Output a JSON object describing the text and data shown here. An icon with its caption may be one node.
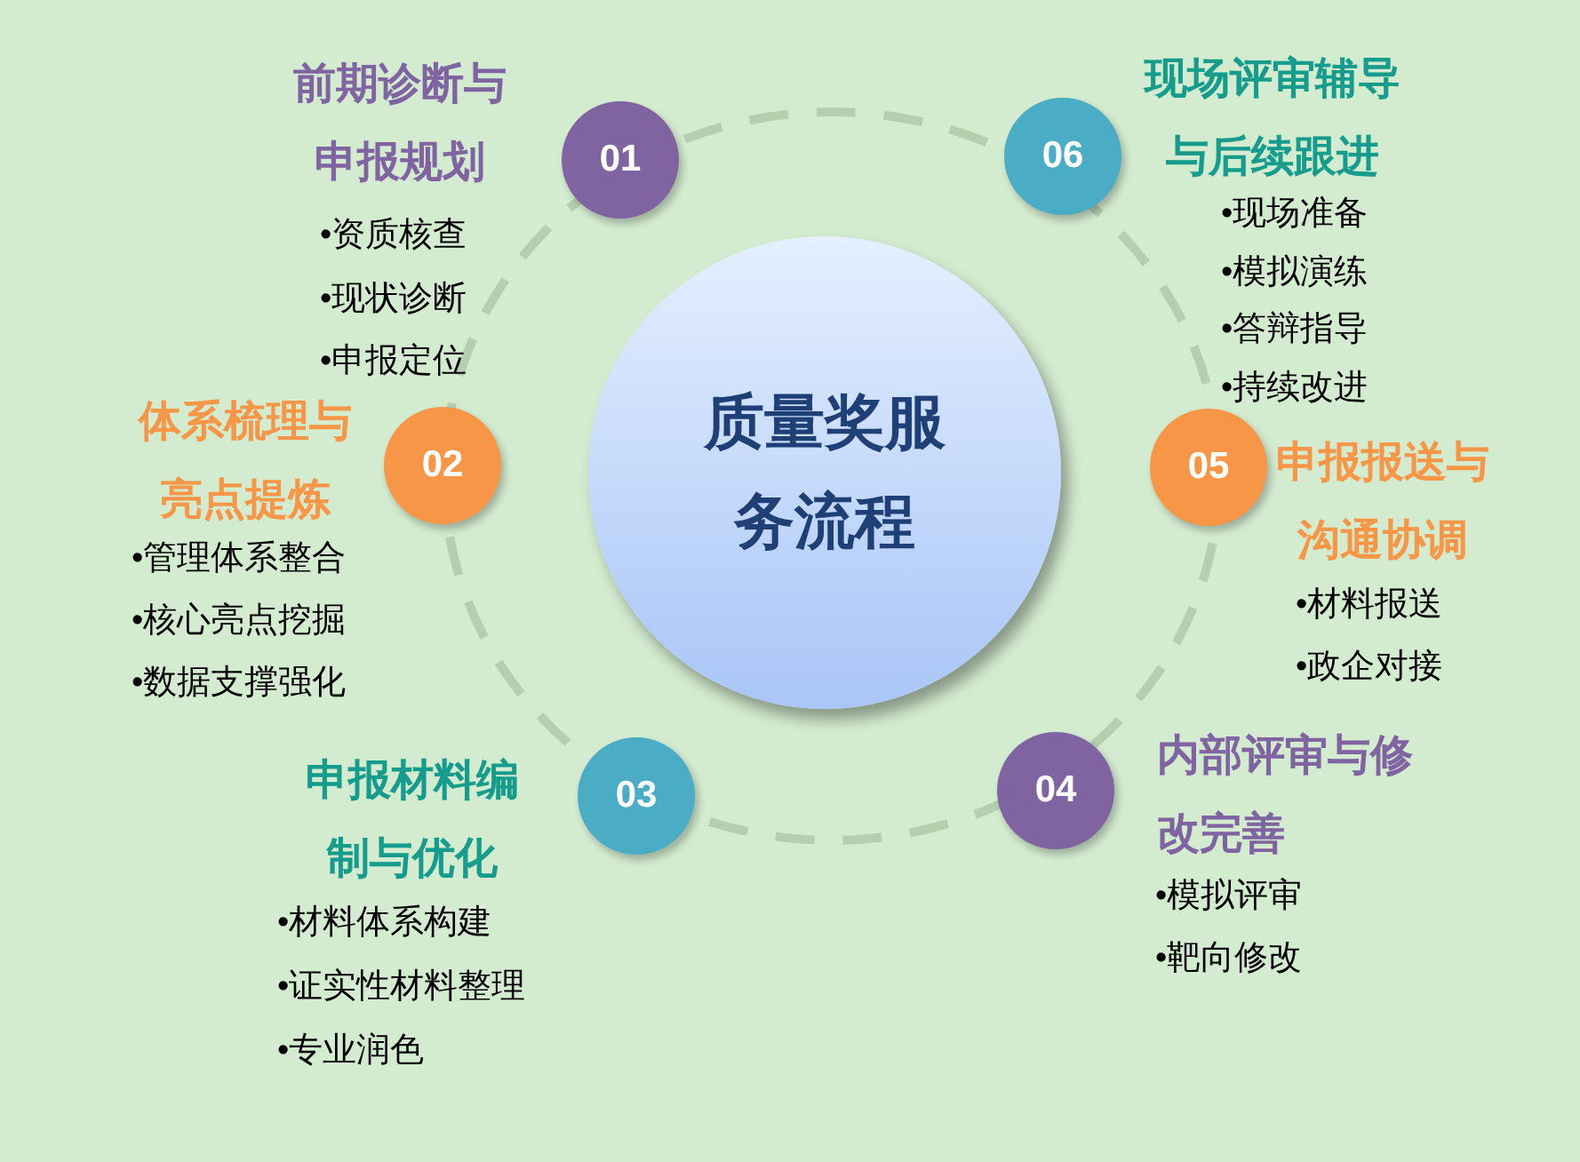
{
  "diagram": {
    "nodes": [
      {
        "text": [
          "质量奖服务流程"
        ]
      },
      {
        "text": [
          "01"
        ],
        "beside": [
          "前期诊断与申报规划",
          "•资质核查",
          "•现状诊断",
          "•申报定位"
        ]
      },
      {
        "text": [
          "02"
        ],
        "beside": [
          "体系梳理与亮点提炼",
          "•管理体系整合",
          "•核心亮点挖掘",
          "•数据支撑强化"
        ]
      },
      {
        "text": [
          "03"
        ],
        "beside": [
          "申报材料编制与优化",
          "•材料体系构建",
          "•证实性材料整理",
          "•专业润色"
        ]
      },
      {
        "text": [
          "04"
        ],
        "beside": [
          "内部评审与修改完善",
          "•模拟评审",
          "•靶向修改"
        ]
      },
      {
        "text": [
          "05"
        ],
        "beside": [
          "申报报送与沟通协调",
          "•材料报送",
          "•政企对接"
        ]
      },
      {
        "text": [
          "06"
        ],
        "beside": [
          "现场评审辅导与后续跟进",
          "•现场准备",
          "•模拟演练",
          "•答辩指导",
          "•持续改进"
        ]
      }
    ]
  }
}
